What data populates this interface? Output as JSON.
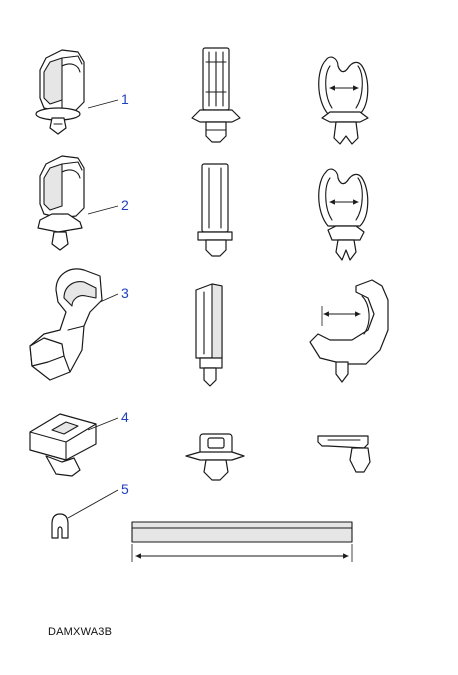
{
  "callouts": [
    {
      "label": "1"
    },
    {
      "label": "2"
    },
    {
      "label": "3"
    },
    {
      "label": "4"
    },
    {
      "label": "5"
    }
  ],
  "reference_code": "DAMXWA3B",
  "colors": {
    "line": "#1a1a1a",
    "callout": "#1f3fbf",
    "shade": "#e6e6e6",
    "background": "#ffffff"
  }
}
